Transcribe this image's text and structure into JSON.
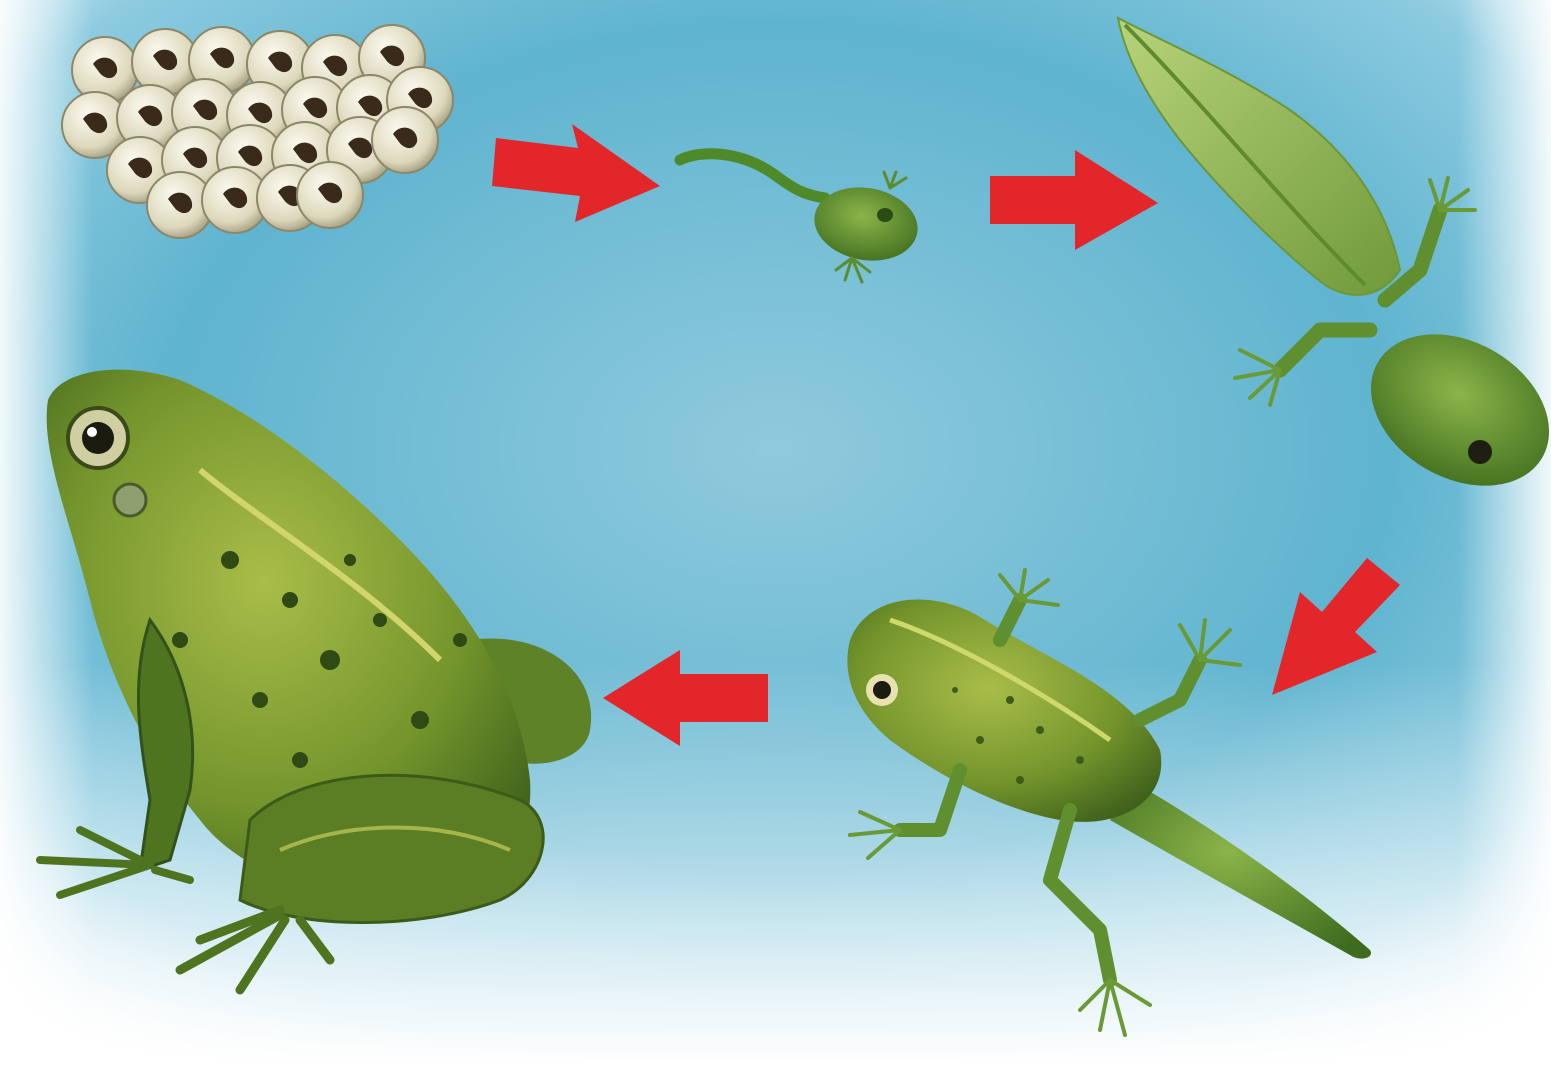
{
  "diagram": {
    "colors": {
      "sky": "#5fb4cf",
      "sky_light": "#a9dcea",
      "vignette": "#ffffff",
      "arrow": "#e3262a",
      "frog_green": "#5f8a2a",
      "frog_dark": "#3b5a1a",
      "frog_light": "#b8c95a",
      "tadpole_green": "#5c8f2e",
      "egg_shell": "#e9e6cf",
      "egg_core": "#3a2a1a"
    },
    "stages": [
      {
        "id": "eggs",
        "icon": "frog-eggs-icon"
      },
      {
        "id": "hatchling",
        "icon": "hatchling-tadpole-icon"
      },
      {
        "id": "tadpole-with-legs",
        "icon": "tadpole-with-hind-legs-icon"
      },
      {
        "id": "froglet",
        "icon": "froglet-with-tail-icon"
      },
      {
        "id": "adult-frog",
        "icon": "adult-frog-icon"
      }
    ],
    "arrows": [
      {
        "from": "eggs",
        "to": "hatchling",
        "icon": "red-arrow-right-icon"
      },
      {
        "from": "hatchling",
        "to": "tadpole-with-legs",
        "icon": "red-arrow-right-icon"
      },
      {
        "from": "tadpole-with-legs",
        "to": "froglet",
        "icon": "red-arrow-down-left-icon"
      },
      {
        "from": "froglet",
        "to": "adult-frog",
        "icon": "red-arrow-left-icon"
      }
    ]
  }
}
